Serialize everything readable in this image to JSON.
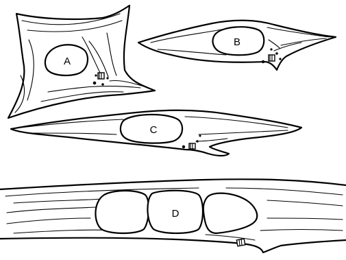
{
  "labels": {
    "cell_a": "A",
    "cell_b": "B",
    "cell_c": "C",
    "cell_d": "D"
  }
}
